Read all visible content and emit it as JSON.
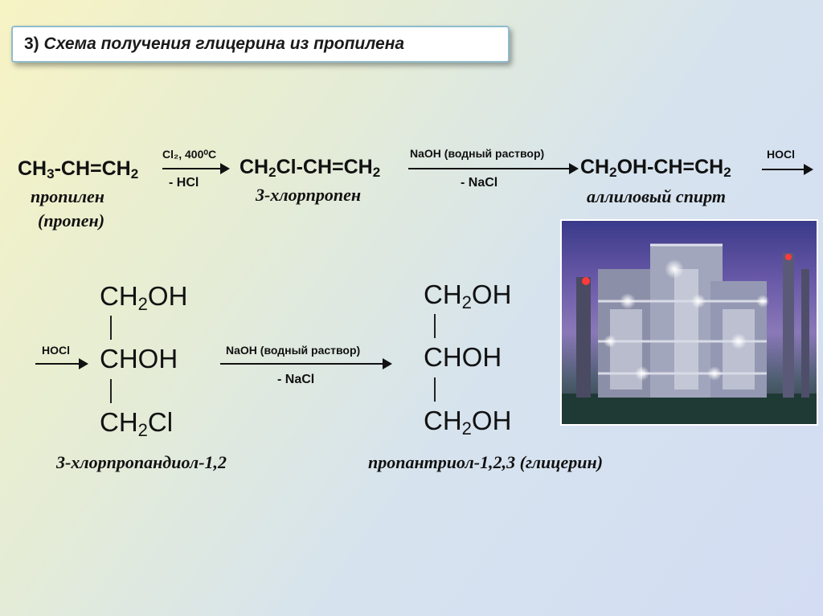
{
  "title": {
    "number": "3)",
    "text": "Схема получения глицерина из пропилена"
  },
  "row1": {
    "propylene_formula_parts": [
      "CH",
      "3",
      "-CH=CH",
      "2"
    ],
    "propylene_name": "пропилен",
    "propylene_alt_name": "(пропен)",
    "step1_above": "Cl₂, 400⁰С",
    "step1_below": "- HCl",
    "chloropropene_formula_parts": [
      "CH",
      "2",
      "Cl-CH=CH",
      "2"
    ],
    "chloropropene_name": "3-хлорпропен",
    "step2_above": "NaOH (водный раствор)",
    "step2_below": "- NaCl",
    "allyl_formula_parts": [
      "CH",
      "2",
      "OH-CH=CH",
      "2"
    ],
    "allyl_name": "аллиловый спирт",
    "step3_above": "HOCl"
  },
  "row2": {
    "step3_above": "HOCl",
    "chlorodiol": {
      "line1": [
        "CH",
        "2",
        "OH"
      ],
      "line2": "CHOH",
      "line3": [
        "CH",
        "2",
        "Cl"
      ],
      "name": "3-хлорпропандиол-1,2"
    },
    "step4_above": "NaOH (водный раствор)",
    "step4_below": "- NaCl",
    "glycerol": {
      "line1": [
        "CH",
        "2",
        "OH"
      ],
      "line2": "CHOH",
      "line3": [
        "CH",
        "2",
        "OH"
      ],
      "name": "пропантриол-1,2,3 (глицерин)"
    }
  },
  "photo": {
    "subject": "chemical plant at dusk",
    "sky_color": "#6a5aa8"
  }
}
